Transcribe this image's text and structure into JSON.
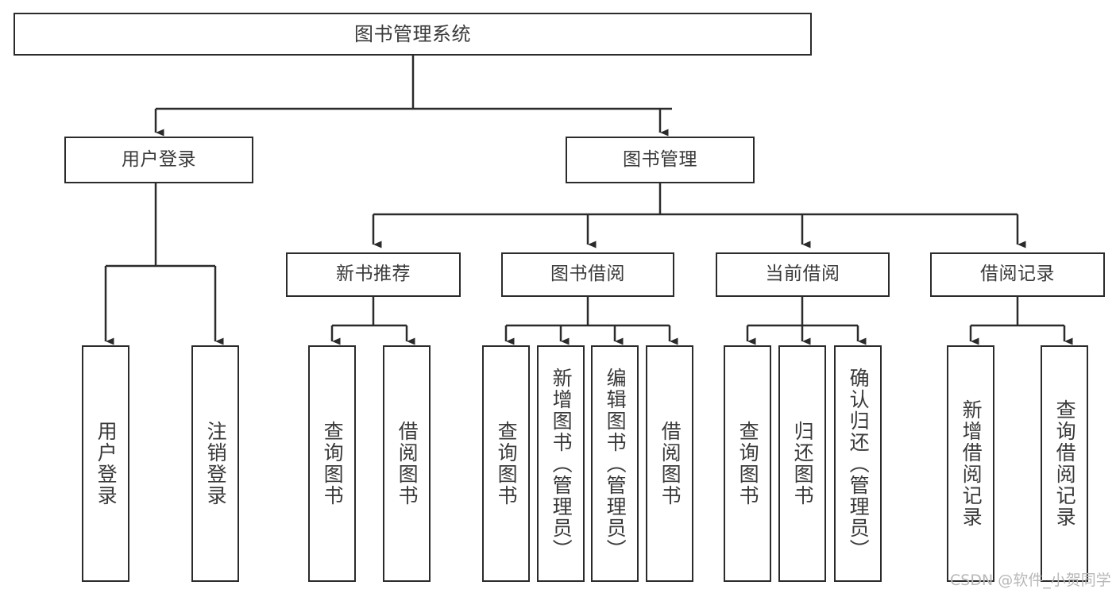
{
  "diagram": {
    "type": "tree-hierarchy",
    "title": "图书管理系统",
    "stroke_color": "#2b2b2b",
    "text_color": "#3a3a3a",
    "background_color": "#ffffff",
    "watermark": "CSDN @软件_小贺同学",
    "watermark_color": "#b8b8b8",
    "levels": [
      {
        "level": 1,
        "nodes": [
          {
            "id": "root",
            "label": "图书管理系统",
            "orientation": "horizontal"
          }
        ]
      },
      {
        "level": 2,
        "nodes": [
          {
            "id": "login",
            "label": "用户登录",
            "orientation": "horizontal",
            "parent": "root"
          },
          {
            "id": "bookmgmt",
            "label": "图书管理",
            "orientation": "horizontal",
            "parent": "root"
          }
        ]
      },
      {
        "level": 3,
        "nodes": [
          {
            "id": "newbook",
            "label": "新书推荐",
            "orientation": "horizontal",
            "parent": "bookmgmt"
          },
          {
            "id": "borrow",
            "label": "图书借阅",
            "orientation": "horizontal",
            "parent": "bookmgmt"
          },
          {
            "id": "current",
            "label": "当前借阅",
            "orientation": "horizontal",
            "parent": "bookmgmt"
          },
          {
            "id": "records",
            "label": "借阅记录",
            "orientation": "horizontal",
            "parent": "bookmgmt"
          }
        ]
      },
      {
        "level": 4,
        "nodes": [
          {
            "id": "leaf1",
            "label": "用户登录",
            "orientation": "vertical",
            "parent": "login"
          },
          {
            "id": "leaf2",
            "label": "注销登录",
            "orientation": "vertical",
            "parent": "login"
          },
          {
            "id": "leaf3",
            "label": "查询图书",
            "orientation": "vertical",
            "parent": "newbook"
          },
          {
            "id": "leaf4",
            "label": "借阅图书",
            "orientation": "vertical",
            "parent": "newbook"
          },
          {
            "id": "leaf5",
            "label": "查询图书",
            "orientation": "vertical",
            "parent": "borrow"
          },
          {
            "id": "leaf6",
            "label": "新增图书（管理员）",
            "orientation": "vertical",
            "parent": "borrow"
          },
          {
            "id": "leaf7",
            "label": "编辑图书（管理员）",
            "orientation": "vertical",
            "parent": "borrow"
          },
          {
            "id": "leaf8",
            "label": "借阅图书",
            "orientation": "vertical",
            "parent": "borrow"
          },
          {
            "id": "leaf9",
            "label": "查询图书",
            "orientation": "vertical",
            "parent": "current"
          },
          {
            "id": "leaf10",
            "label": "归还图书",
            "orientation": "vertical",
            "parent": "current"
          },
          {
            "id": "leaf11",
            "label": "确认归还（管理员）",
            "orientation": "vertical",
            "parent": "current"
          },
          {
            "id": "leaf12",
            "label": "新增借阅记录",
            "orientation": "vertical",
            "parent": "records"
          },
          {
            "id": "leaf13",
            "label": "查询借阅记录",
            "orientation": "vertical",
            "parent": "records"
          }
        ]
      }
    ]
  }
}
